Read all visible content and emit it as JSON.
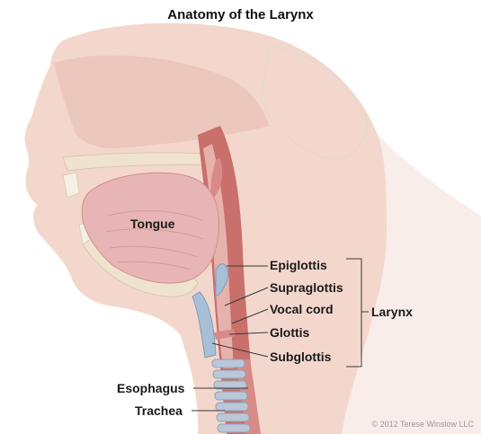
{
  "title": "Anatomy of the Larynx",
  "labels": {
    "tongue": "Tongue",
    "epiglottis": "Epiglottis",
    "supraglottis": "Supraglottis",
    "vocal_cord": "Vocal cord",
    "glottis": "Glottis",
    "subglottis": "Subglottis",
    "larynx": "Larynx",
    "esophagus": "Esophagus",
    "trachea": "Trachea"
  },
  "credit": "© 2012 Terese Winslow LLC",
  "colors": {
    "skin": "#f3d7cc",
    "tissue": "#e6b2ab",
    "airway": "#c96f6c",
    "tongue": "#e7b5b5",
    "cartilage": "#a8c0d6",
    "bone": "#efe3d0",
    "leader_line": "#3a3a3a"
  }
}
